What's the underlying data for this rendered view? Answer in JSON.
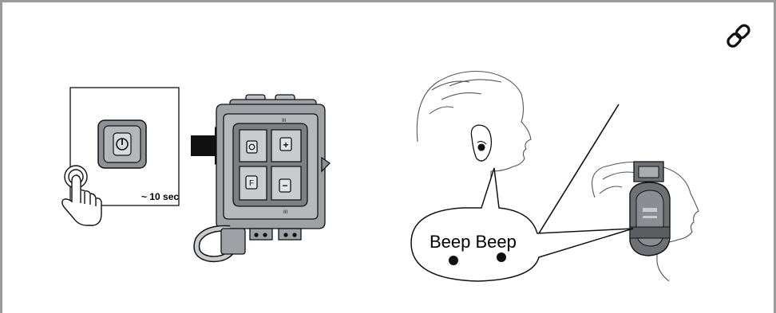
{
  "panel": {
    "duration_label": "~ 10 sec",
    "sound_label": "Beep Beep",
    "icons": [
      "link-icon",
      "hand-press-icon",
      "power-button-icon",
      "arrow-right-icon"
    ],
    "device_buttons": [
      "power",
      "plus",
      "function",
      "minus"
    ],
    "device_buttons_text": {
      "plus": "+",
      "function": "F",
      "minus": "−",
      "power": "⏻"
    },
    "marks": {
      "top": "III",
      "bottom": "III"
    },
    "colors": {
      "ink": "#1a1a1a",
      "device_fill": "#a9acaf",
      "device_dark": "#6d7175",
      "frame": "#9a9a9a"
    }
  }
}
